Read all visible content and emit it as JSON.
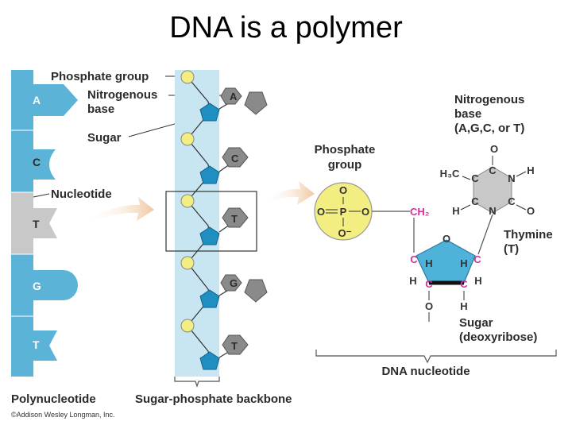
{
  "title": "DNA is a polymer",
  "left_panel": {
    "bases": [
      "A",
      "C",
      "T",
      "G",
      "T"
    ],
    "labels": {
      "phosphate_group": "Phosphate group",
      "nitrogenous_base": [
        "Nitrogenous",
        "base"
      ],
      "sugar": "Sugar",
      "nucleotide": "Nucleotide",
      "polynucleotide": "Polynucleotide",
      "backbone": "Sugar-phosphate backbone"
    },
    "chain_bases": [
      "A",
      "C",
      "T",
      "G",
      "T"
    ]
  },
  "right_panel": {
    "nitrogenous_base": [
      "Nitrogenous",
      "base",
      "(A,G,C, or T)"
    ],
    "phosphate_group": [
      "Phosphate",
      "group"
    ],
    "thymine": [
      "Thymine",
      "(T)"
    ],
    "sugar": [
      "Sugar",
      "(deoxyribose)"
    ],
    "dna_nucleotide": "DNA nucleotide",
    "phosphate_atoms": {
      "P": "P",
      "O": "O",
      "O_minus": "O⁻"
    },
    "ch2": "CH₂",
    "h3c": "H₃C"
  },
  "credit": "©Addison Wesley Longman, Inc.",
  "colors": {
    "strand_blue": "#5bb4d8",
    "backbone_bg": "#c8e6f2",
    "sugar_pentagon": "#1e8fc0",
    "phosphate_yellow": "#f2ee82",
    "base_gray": "#8a8a8a",
    "T_gray": "#c8c8c8",
    "arrow": "#f0c8a0",
    "carbon_pink": "#d2329a"
  }
}
